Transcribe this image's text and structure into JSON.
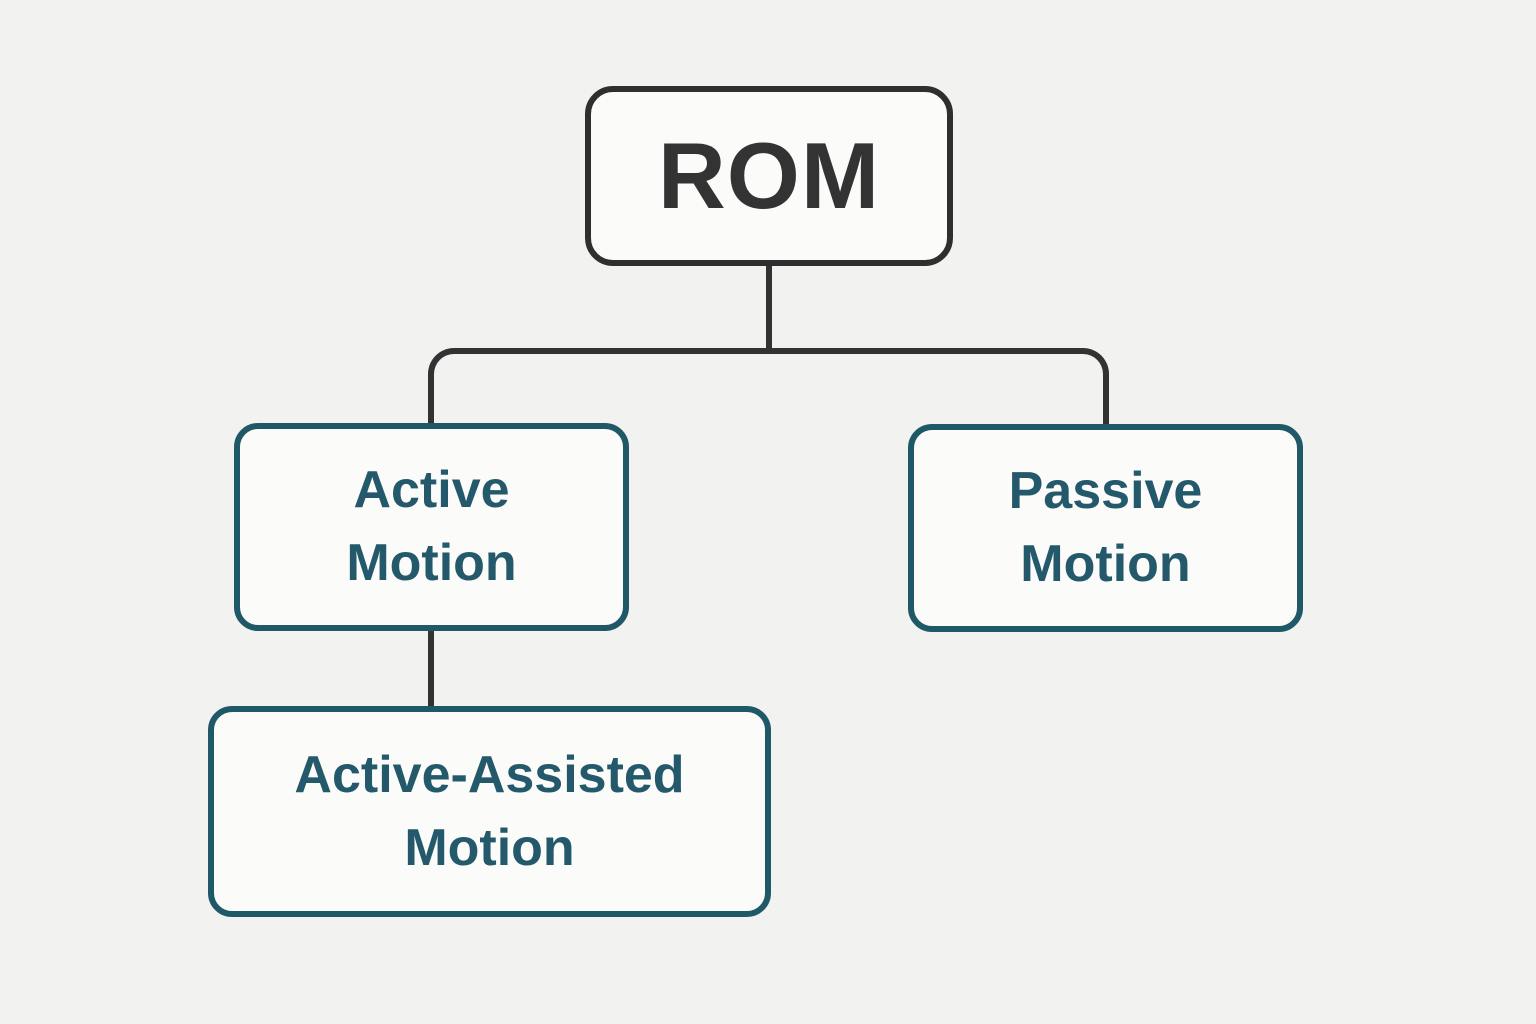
{
  "diagram": {
    "type": "tree",
    "background_color": "#f2f2f0",
    "connector_color": "#333333",
    "nodes": {
      "rom": {
        "label": "ROM",
        "level": "root",
        "border_color": "#2f2f2f",
        "text_color": "#333333"
      },
      "active_motion": {
        "label": "Active\nMotion",
        "level": "child",
        "border_color": "#1f5968",
        "text_color": "#24596b"
      },
      "passive_motion": {
        "label": "Passive\nMotion",
        "level": "child",
        "border_color": "#1f5968",
        "text_color": "#24596b"
      },
      "active_assisted_motion": {
        "label": "Active-Assisted\nMotion",
        "level": "child",
        "border_color": "#1f5968",
        "text_color": "#24596b"
      }
    },
    "edges": [
      {
        "from": "rom",
        "to": "active_motion"
      },
      {
        "from": "rom",
        "to": "passive_motion"
      },
      {
        "from": "active_motion",
        "to": "active_assisted_motion"
      }
    ]
  }
}
